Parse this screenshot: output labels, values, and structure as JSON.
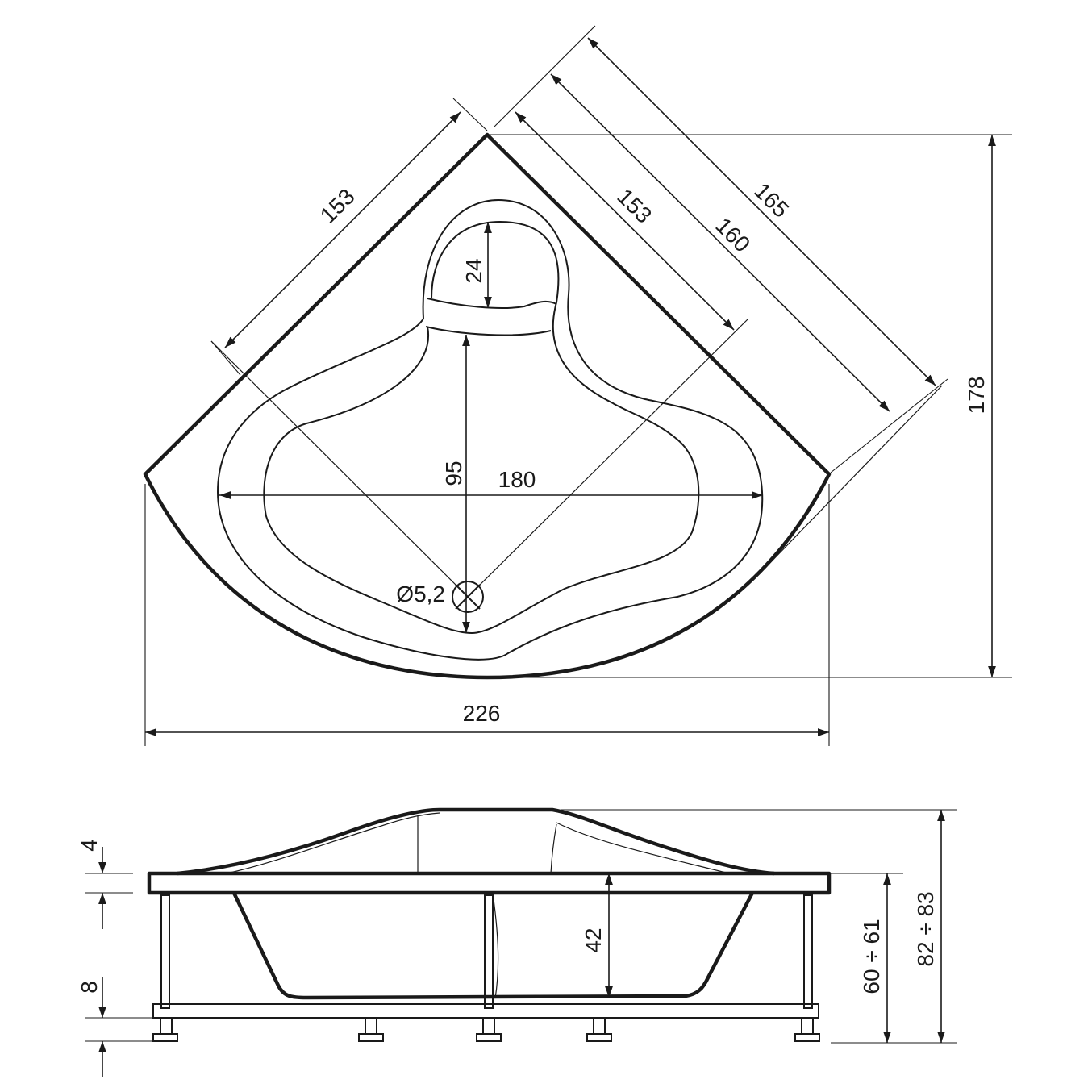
{
  "top_view": {
    "dim_left_side": "153",
    "dim_right_side_inner": "153",
    "dim_right_side_mid": "160",
    "dim_right_side_outer": "165",
    "dim_height": "178",
    "dim_headrest": "24",
    "dim_depth_center": "95",
    "dim_inner_width": "180",
    "dim_drain": "Ø5,2",
    "dim_total_width": "226"
  },
  "side_view": {
    "dim_rim": "4",
    "dim_base": "8",
    "dim_inner_depth": "42",
    "dim_rim_height": "60 ÷ 61",
    "dim_total_height": "82 ÷ 83"
  }
}
